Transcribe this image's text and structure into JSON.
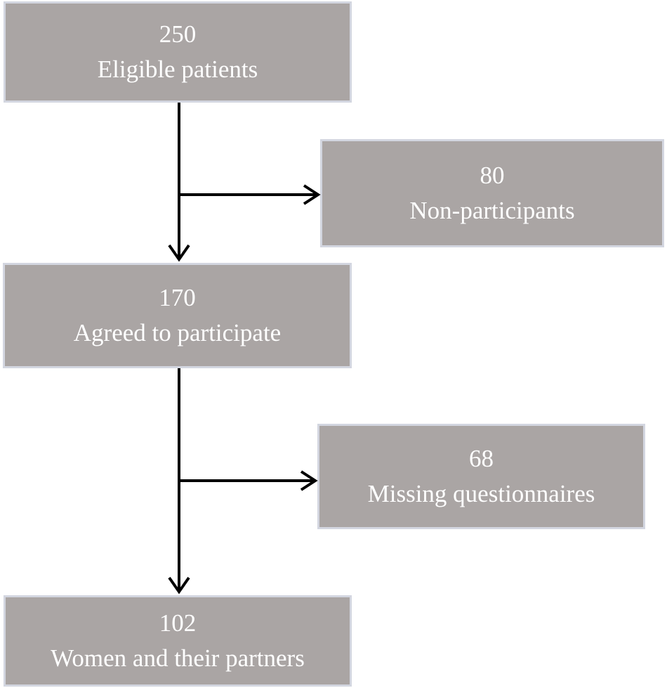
{
  "flowchart": {
    "nodes": [
      {
        "id": "eligible",
        "count": "250",
        "label": "Eligible patients"
      },
      {
        "id": "non_participants",
        "count": "80",
        "label": "Non-participants"
      },
      {
        "id": "agreed",
        "count": "170",
        "label": "Agreed to participate"
      },
      {
        "id": "missing",
        "count": "68",
        "label": "Missing questionnaires"
      },
      {
        "id": "final",
        "count": "102",
        "label": "Women and their partners"
      }
    ],
    "edges": [
      {
        "from": "eligible",
        "to": "agreed"
      },
      {
        "from": "eligible",
        "to": "non_participants"
      },
      {
        "from": "agreed",
        "to": "final"
      },
      {
        "from": "agreed",
        "to": "missing"
      }
    ]
  },
  "colors": {
    "box_fill": "#aaa5a4",
    "box_border": "#d3d6e0",
    "text": "#ffffff",
    "arrow": "#000000"
  }
}
